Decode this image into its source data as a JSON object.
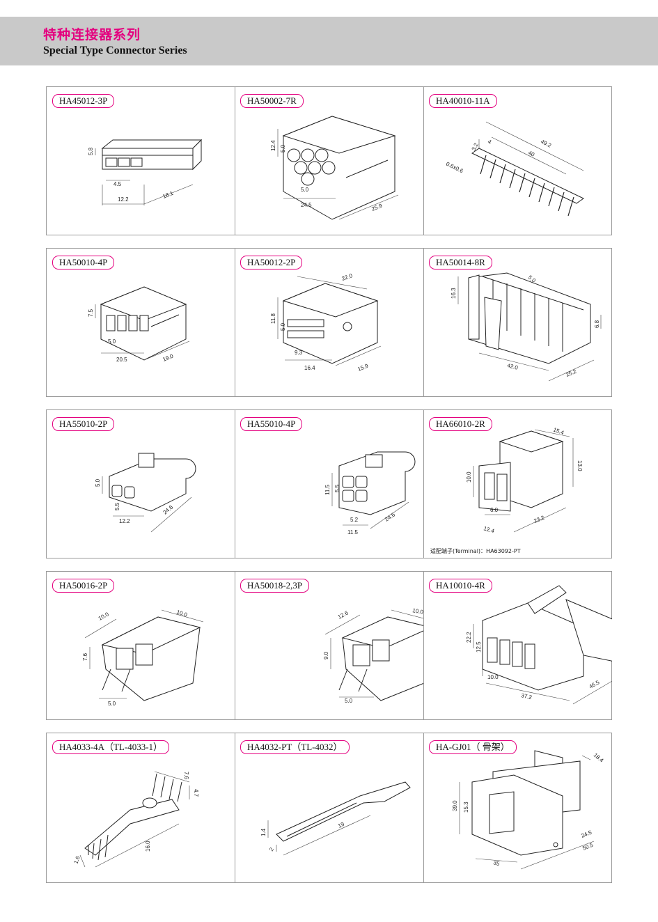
{
  "header": {
    "title_cn": "特种连接器系列",
    "title_en": "Special Type Connector Series"
  },
  "colors": {
    "accent": "#e4007f",
    "header_bg": "#c9c9c9",
    "border": "#9a9a9a"
  },
  "rows": [
    {
      "items": [
        {
          "label": "HA45012-3P",
          "dims": [
            "5.8",
            "4.5",
            "12.2",
            "18.1"
          ]
        },
        {
          "label": "HA50002-7R",
          "dims": [
            "12.4",
            "5.0",
            "5.0",
            "24.5",
            "25.9"
          ]
        },
        {
          "label": "HA40010-11A",
          "dims": [
            "49.2",
            "40",
            "4",
            "3.2",
            "0.6x0.6"
          ]
        }
      ]
    },
    {
      "items": [
        {
          "label": "HA50010-4P",
          "dims": [
            "7.5",
            "5.0",
            "20.5",
            "19.0"
          ]
        },
        {
          "label": "HA50012-2P",
          "dims": [
            "22.0",
            "11.8",
            "5.0",
            "9.3",
            "16.4",
            "15.9"
          ]
        },
        {
          "label": "HA50014-8R",
          "dims": [
            "16.3",
            "5.0",
            "6.8",
            "42.0",
            "25.2"
          ]
        }
      ]
    },
    {
      "items": [
        {
          "label": "HA55010-2P",
          "dims": [
            "5.0",
            "5.5",
            "12.2",
            "24.6"
          ]
        },
        {
          "label": "HA55010-4P",
          "dims": [
            "11.5",
            "5.5",
            "5.2",
            "11.5",
            "24.6"
          ]
        },
        {
          "label": "HA66010-2R",
          "dims": [
            "15.4",
            "13.0",
            "10.0",
            "6.0",
            "12.4",
            "23.2"
          ],
          "note": "适配端子(Terminal)：HA63092-PT"
        }
      ]
    },
    {
      "items": [
        {
          "label": "HA50016-2P",
          "dims": [
            "10.0",
            "10.0",
            "7.6",
            "5.0"
          ]
        },
        {
          "label": "HA50018-2,3P",
          "dims": [
            "12.6",
            "10.0",
            "9.0",
            "5.0"
          ]
        },
        {
          "label": "HA10010-4R",
          "dims": [
            "22.2",
            "12.5",
            "10.0",
            "37.2",
            "46.5"
          ]
        }
      ]
    },
    {
      "items": [
        {
          "label": "HA4033-4A（TL-4033-1）",
          "dims": [
            "7.6",
            "4.7",
            "1.6",
            "16.0"
          ]
        },
        {
          "label": "HA4032-PT（TL-4032）",
          "dims": [
            "1.4",
            "2",
            "19"
          ]
        },
        {
          "label": "HA-GJ01（ 骨架）",
          "dims": [
            "18.4",
            "39.0",
            "15.3",
            "24.5",
            "50.5",
            "35"
          ]
        }
      ]
    }
  ]
}
